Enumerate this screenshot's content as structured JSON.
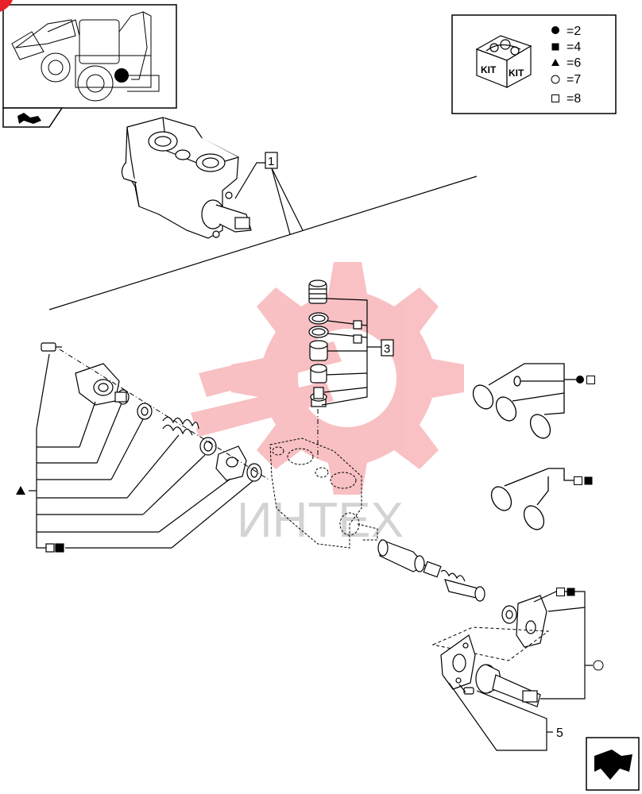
{
  "legend": {
    "kit_label_left": "KIT",
    "kit_label_right": "KIT",
    "rows": [
      {
        "symbol": "filled-circle",
        "text": "=2"
      },
      {
        "symbol": "filled-square",
        "text": "=4"
      },
      {
        "symbol": "filled-triangle",
        "text": "=6"
      },
      {
        "symbol": "open-circle",
        "text": "=7"
      },
      {
        "symbol": "open-square",
        "text": "=8"
      }
    ]
  },
  "callouts": {
    "item1": "1",
    "item3": "3",
    "item5": "5"
  },
  "watermark": {
    "text": "ИНТЕХ",
    "color": "#e8202a"
  },
  "colors": {
    "line": "#000000",
    "watermark": "#f5a0a3"
  }
}
